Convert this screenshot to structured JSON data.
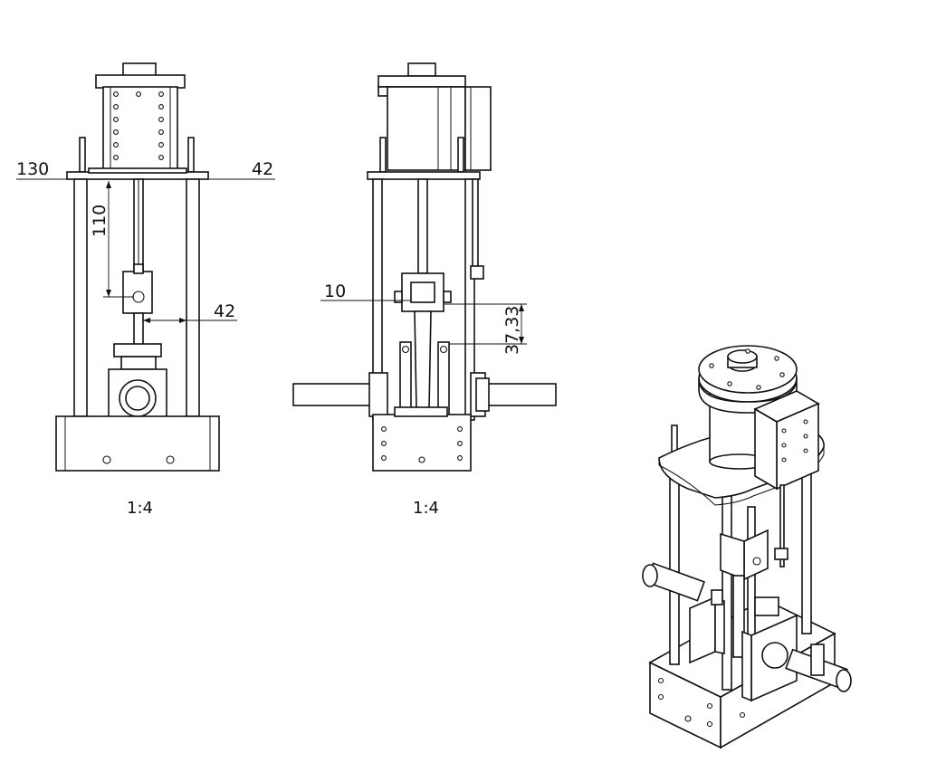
{
  "views": {
    "front": {
      "scale": "1:4",
      "dims": {
        "width_top": "130",
        "right_offset": "42",
        "height_upper": "110",
        "rod_offset": "42"
      }
    },
    "side": {
      "scale": "1:4",
      "dims": {
        "pin_width": "10",
        "link_height": "37,33"
      }
    },
    "isometric": {}
  }
}
